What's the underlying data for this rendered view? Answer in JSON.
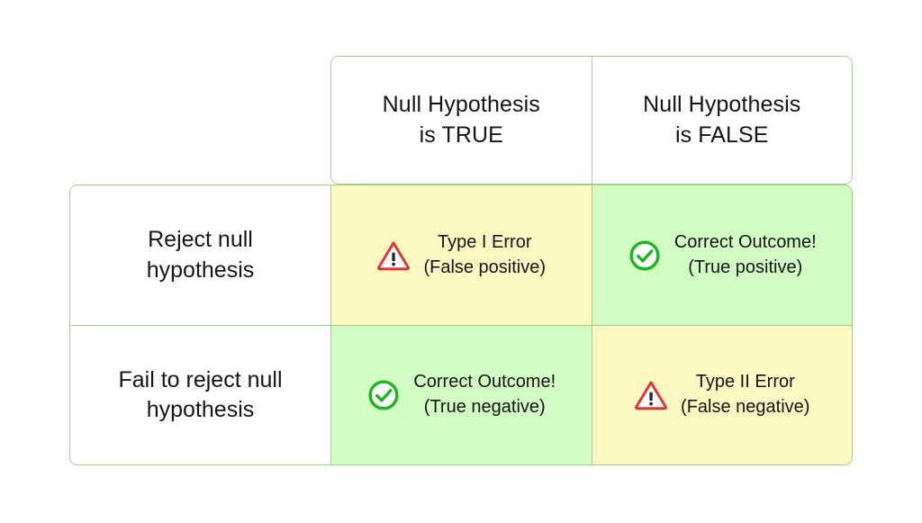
{
  "diagram": {
    "title_visible": false,
    "colors": {
      "border": "#a5cd8a",
      "error_cell_bg": "#fdf8c2",
      "correct_cell_bg": "#d2fcc4",
      "neutral_cell_bg": "#ffffff",
      "warning_icon": "#d93b3b",
      "check_icon": "#1db522",
      "text": "#151515"
    },
    "corner_cell": {
      "label": ""
    },
    "column_headers": [
      {
        "line1": "Null Hypothesis",
        "line2": "is TRUE"
      },
      {
        "line1": "Null Hypothesis",
        "line2": "is FALSE"
      }
    ],
    "row_headers": [
      {
        "line1": "Reject null",
        "line2": "hypothesis"
      },
      {
        "line1": "Fail to reject null",
        "line2": "hypothesis"
      }
    ],
    "cells": [
      {
        "row": 0,
        "col": 0,
        "icon": "warning-triangle-icon",
        "kind": "error",
        "line1": "Type I Error",
        "line2": "(False positive)"
      },
      {
        "row": 0,
        "col": 1,
        "icon": "check-circle-icon",
        "kind": "correct",
        "line1": "Correct Outcome!",
        "line2": "(True positive)"
      },
      {
        "row": 1,
        "col": 0,
        "icon": "check-circle-icon",
        "kind": "correct",
        "line1": "Correct Outcome!",
        "line2": "(True negative)"
      },
      {
        "row": 1,
        "col": 1,
        "icon": "warning-triangle-icon",
        "kind": "error",
        "line1": "Type II Error",
        "line2": "(False negative)"
      }
    ]
  }
}
